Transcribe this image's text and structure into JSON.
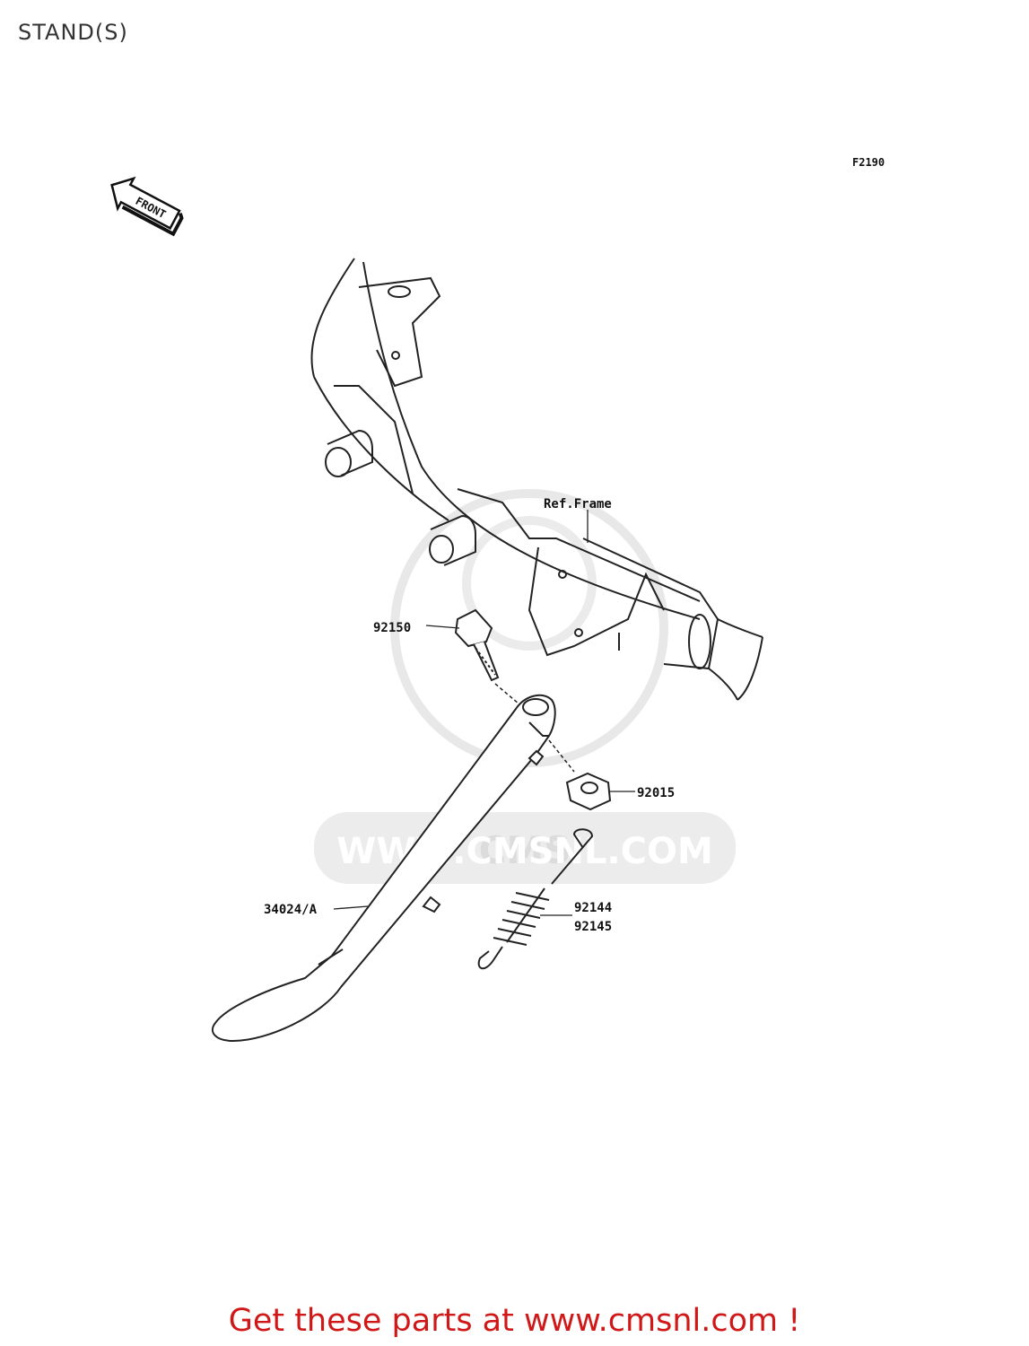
{
  "page": {
    "title": "STAND(S)"
  },
  "diagram": {
    "figure_code": "F2190",
    "front_indicator": "FRONT",
    "labels": {
      "ref_frame": "Ref.Frame",
      "p92150": "92150",
      "p92015": "92015",
      "p34024": "34024/A",
      "p92144": "92144",
      "p92145": "92145"
    },
    "watermark": "WWW.CMSNL.COM",
    "watermark_logo": "CMS"
  },
  "footer": {
    "text": "Get these parts at www.cmsnl.com !"
  },
  "colors": {
    "footer_text": "#d01818",
    "line": "#222222",
    "watermark": "#e6e6e6"
  }
}
